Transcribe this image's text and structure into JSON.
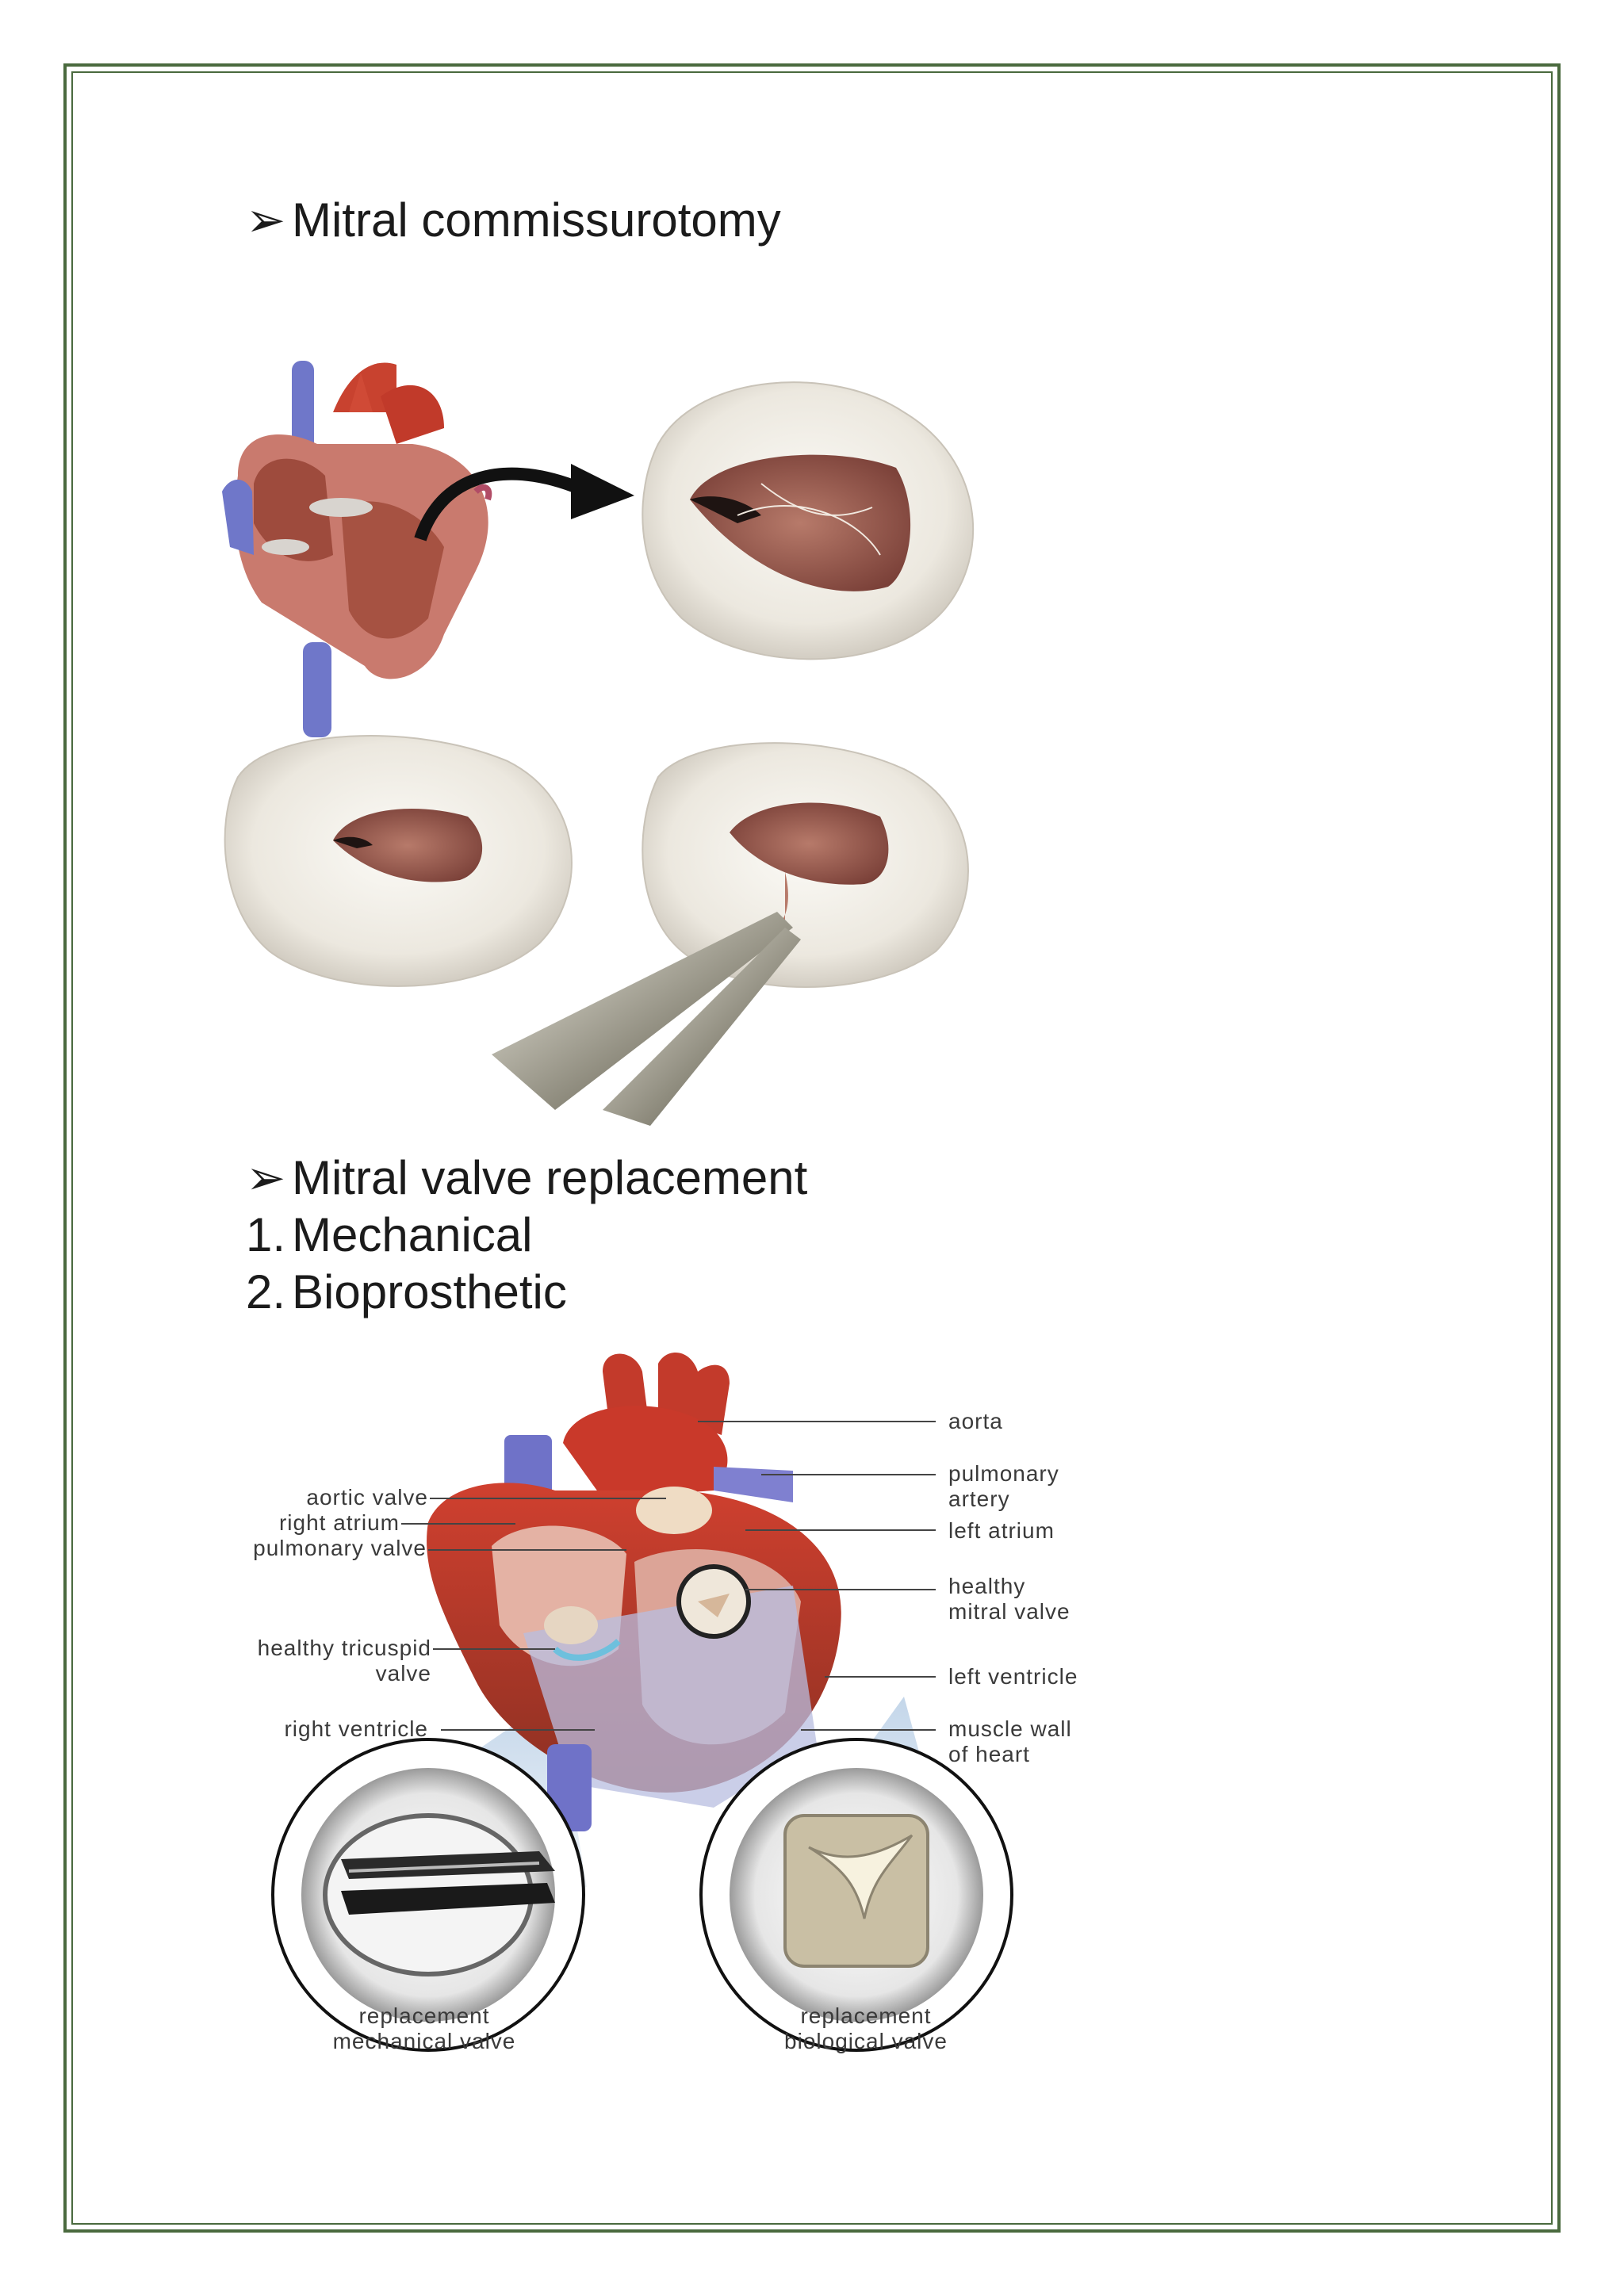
{
  "section1": {
    "bullet": "➢",
    "title": "Mitral commissurotomy"
  },
  "section2": {
    "bullet": "➢",
    "title": "Mitral valve replacement",
    "items": [
      {
        "num": "1.",
        "label": "Mechanical"
      },
      {
        "num": "2.",
        "label": "Bioprosthetic"
      }
    ]
  },
  "diagram_labels": {
    "aorta": "aorta",
    "pulmonary_artery_1": "pulmonary",
    "pulmonary_artery_2": "artery",
    "left_atrium": "left atrium",
    "healthy_mitral_1": "healthy",
    "healthy_mitral_2": "mitral valve",
    "left_ventricle": "left ventricle",
    "muscle_wall_1": "muscle wall",
    "muscle_wall_2": "of heart",
    "aortic_valve": "aortic valve",
    "right_atrium": "right atrium",
    "pulmonary_valve": "pulmonary valve",
    "tricuspid_1": "healthy tricuspid",
    "tricuspid_2": "valve",
    "right_ventricle": "right ventricle",
    "mech_1": "replacement",
    "mech_2": "mechanical valve",
    "bio_1": "replacement",
    "bio_2": "biological valve"
  }
}
